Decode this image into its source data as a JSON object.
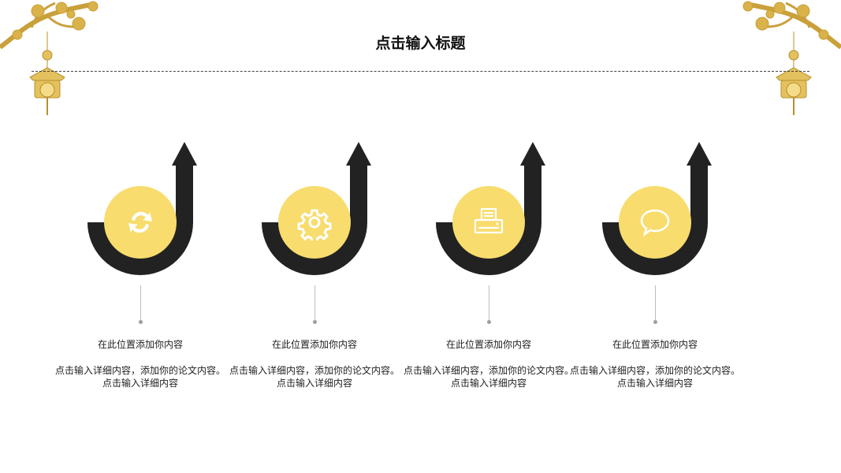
{
  "page": {
    "title": "点击输入标题"
  },
  "colors": {
    "accent": "#F8DC6D",
    "dark": "#222222",
    "gold": "#D9B24A"
  },
  "steps": [
    {
      "icon": "refresh-icon",
      "title": "在此位置添加你内容",
      "body": "点击输入详细内容，添加你的论文内容。点击输入详细内容"
    },
    {
      "icon": "gear-icon",
      "title": "在此位置添加你内容",
      "body": "点击输入详细内容，添加你的论文内容。点击输入详细内容"
    },
    {
      "icon": "printer-icon",
      "title": "在此位置添加你内容",
      "body": "点击输入详细内容，添加你的论文内容。点击输入详细内容"
    },
    {
      "icon": "chat-bubble-icon",
      "title": "在此位置添加你内容",
      "body": "点击输入详细内容，添加你的论文内容。点击输入详细内容"
    }
  ]
}
